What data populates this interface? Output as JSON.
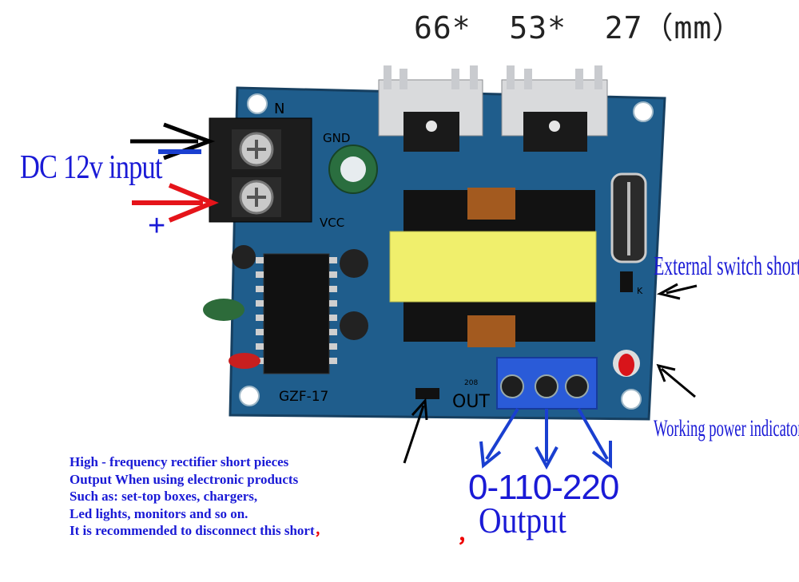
{
  "dimensions_caption": "66*  53*  27（mm）",
  "input": {
    "label": "DC 12v input",
    "plus_sign": "+"
  },
  "board": {
    "model": "GZF-17",
    "out_text": "OUT",
    "gnd_text": "GND",
    "vcc_text": "VCC",
    "n_text": "N",
    "k_text": "K",
    "mark_208": "208",
    "colors": {
      "pcb": "#1f5d8c",
      "terminal": "#1c1c1c",
      "screw_terminal": "#2a5bd8",
      "transformer_core": "#f0ef6c",
      "heatsink": "#d9dadc",
      "led": "#d8141a"
    }
  },
  "annotations": {
    "external_switch": "External switch short",
    "working_indicator": "Working power indicator"
  },
  "notes": [
    "High - frequency rectifier short pieces",
    "Output When using electronic products",
    "Such as: set-top boxes, chargers,",
    "Led lights, monitors and so on.",
    "It is recommended to disconnect this short"
  ],
  "note_tick": "，",
  "output": {
    "values": "0-110-220",
    "label": "Output",
    "comma": "，"
  }
}
